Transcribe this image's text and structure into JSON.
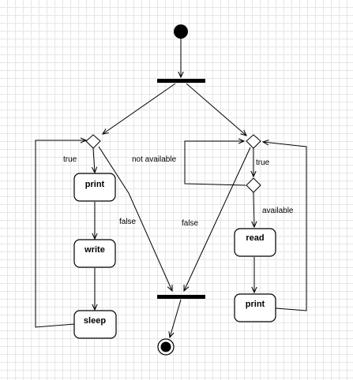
{
  "diagram": {
    "type": "uml-activity",
    "nodes": {
      "print_left": "print",
      "write": "write",
      "sleep": "sleep",
      "read": "read",
      "print_right": "print"
    },
    "edge_labels": {
      "true_left": "true",
      "false_left": "false",
      "not_available": "not available",
      "true_right": "true",
      "false_right": "false",
      "available": "available"
    },
    "colors": {
      "stroke": "#000000",
      "fill": "#ffffff",
      "grid": "#e6e6e6"
    }
  }
}
